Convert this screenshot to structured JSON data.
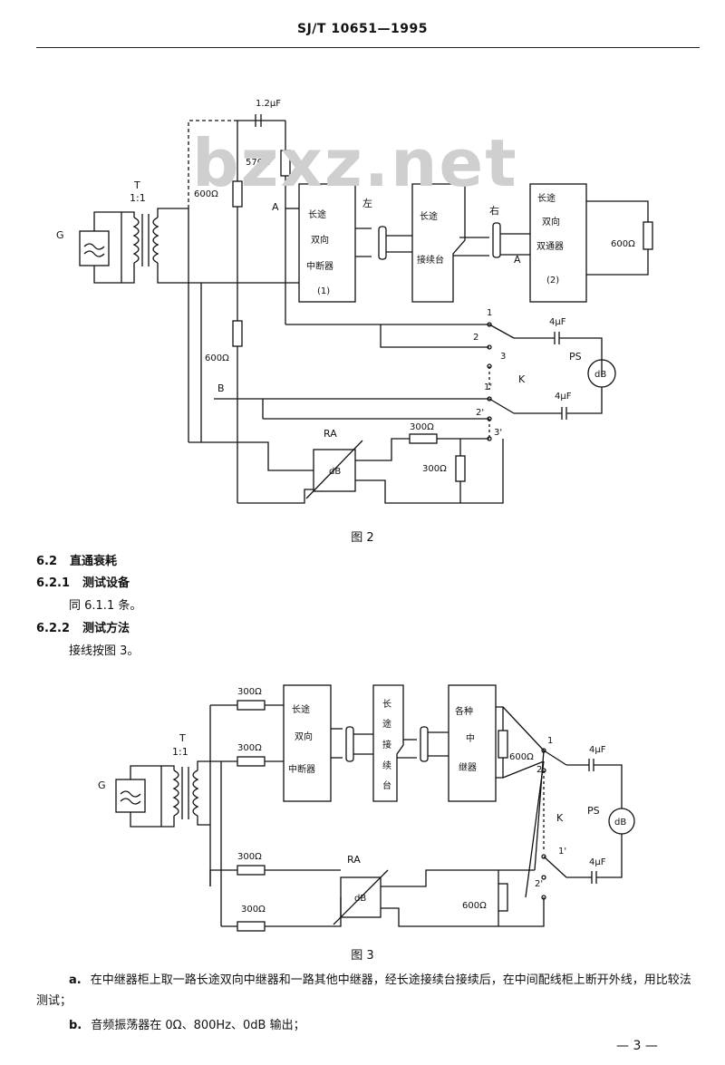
{
  "header": {
    "standard_code": "SJ/T 10651—1995"
  },
  "watermark": "bzxz.net",
  "figure2": {
    "caption": "图 2",
    "labels": {
      "generator": "G",
      "transformer": "T",
      "ratio": "1:1",
      "cap": "1.2μF",
      "r570": "570Ω",
      "r600a": "600Ω",
      "r600b": "600Ω",
      "nodeA": "A",
      "nodeB": "B",
      "left": "左",
      "right": "右",
      "rightA": "A",
      "box1": [
        "长途",
        "双向",
        "中断器",
        "(1)"
      ],
      "box2": [
        "长途",
        "接续台"
      ],
      "box3": [
        "长途",
        "双向",
        "双通器",
        "(2)"
      ],
      "r600c": "600Ω",
      "s1": "1",
      "s2": "2",
      "s3": "3",
      "s1p": "1'",
      "s2p": "2'",
      "s3p": "3'",
      "k": "K",
      "c1": "4μF",
      "c2": "4μF",
      "ps": "PS",
      "meter": "dB",
      "ra": "RA",
      "att": "dB",
      "r300a": "300Ω",
      "r300b": "300Ω"
    }
  },
  "section_6_2": {
    "num": "6.2",
    "title": "直通衰耗",
    "sub1_num": "6.2.1",
    "sub1_title": "测试设备",
    "sub1_body": "同 6.1.1 条。",
    "sub2_num": "6.2.2",
    "sub2_title": "测试方法",
    "sub2_body": "接线按图 3。"
  },
  "figure3": {
    "caption": "图 3",
    "labels": {
      "generator": "G",
      "transformer": "T",
      "ratio": "1:1",
      "r1": "300Ω",
      "r2": "300Ω",
      "r3": "300Ω",
      "r4": "300Ω",
      "box1": [
        "长途",
        "双向",
        "中断器"
      ],
      "box2": [
        "长",
        "途",
        "接",
        "续",
        "台"
      ],
      "box3": [
        "各种",
        "中",
        "继器"
      ],
      "r600a": "600Ω",
      "r600b": "600Ω",
      "s1": "1",
      "s2": "2",
      "s1p": "1'",
      "s2p": "2'",
      "k": "K",
      "c1": "4μF",
      "c2": "4μF",
      "ps": "PS",
      "meter": "dB",
      "ra": "RA",
      "att": "dB"
    }
  },
  "steps": {
    "a_label": "a.",
    "a_text": "在中继器柜上取一路长途双向中继器和一路其他中继器，经长途接续台接续后，在中间配线柜上断开外线，用比较法测试；",
    "b_label": "b.",
    "b_text": "音频振荡器在 0Ω、800Hz、0dB 输出；"
  },
  "page_number": "3"
}
